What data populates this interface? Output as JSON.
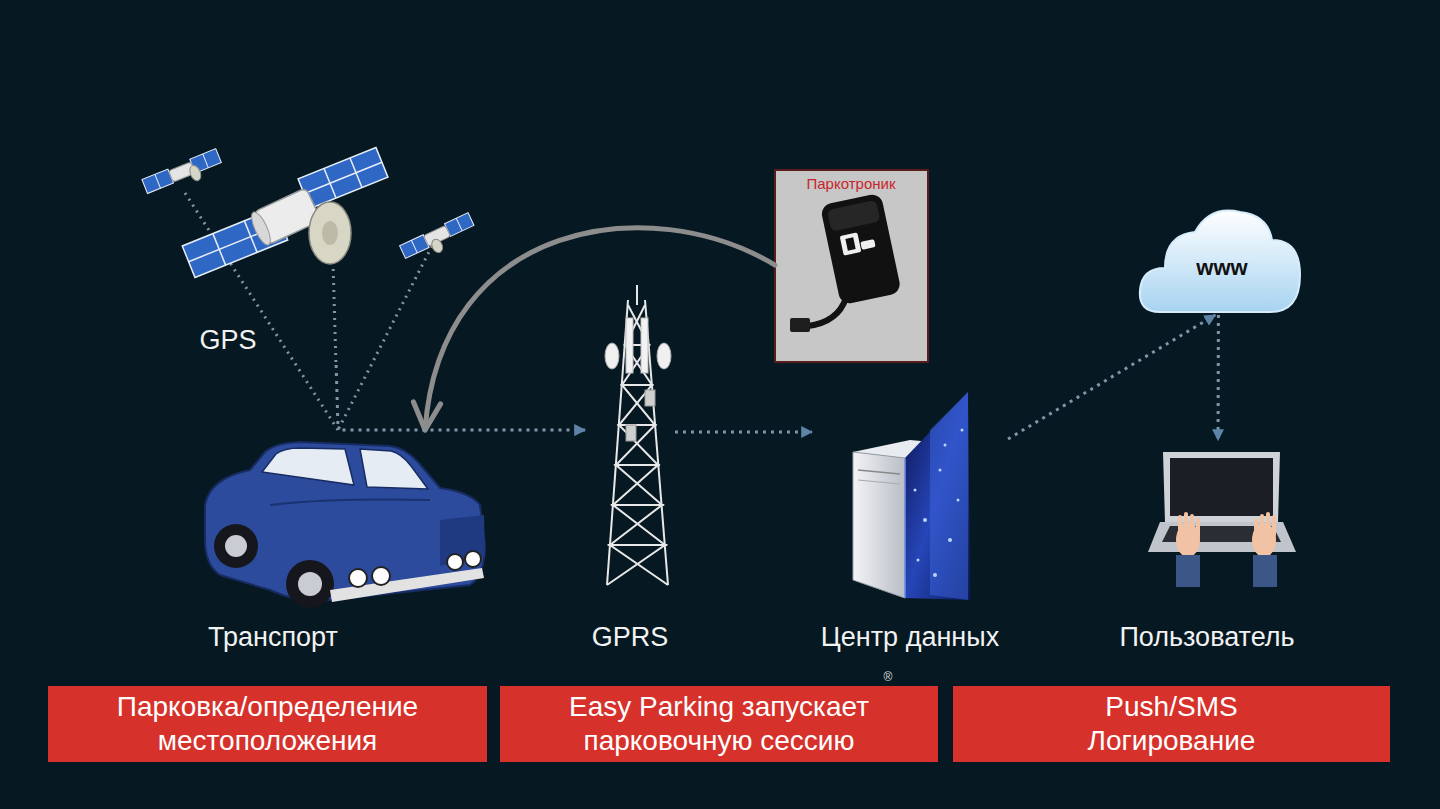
{
  "diagram": {
    "nodes": [
      {
        "text": [
          "GPS"
        ]
      },
      {
        "text": [
          "Паркотроник"
        ]
      },
      {
        "text": [
          "www"
        ]
      },
      {
        "text": [
          "Транспорт"
        ]
      },
      {
        "text": [
          "GPRS"
        ]
      },
      {
        "text": [
          "Центр данных"
        ]
      },
      {
        "text": [
          "Пользователь"
        ]
      },
      {
        "text": [
          "Парковка/определение местоположения"
        ]
      },
      {
        "text": [
          "Easy Parking запускает парковочную сессию"
        ]
      },
      {
        "text": [
          "Push/SMS Логирование"
        ]
      }
    ],
    "edges": [
      {
        "from": 0,
        "to": 3,
        "arrow": "none"
      },
      {
        "from": 1,
        "to": 3,
        "arrow": "to"
      },
      {
        "from": 3,
        "to": 4,
        "arrow": "to"
      },
      {
        "from": 4,
        "to": 5,
        "arrow": "to"
      },
      {
        "from": 5,
        "to": 2,
        "arrow": "to"
      },
      {
        "from": 2,
        "to": 6,
        "arrow": "to"
      }
    ],
    "labels": [
      "®"
    ]
  }
}
